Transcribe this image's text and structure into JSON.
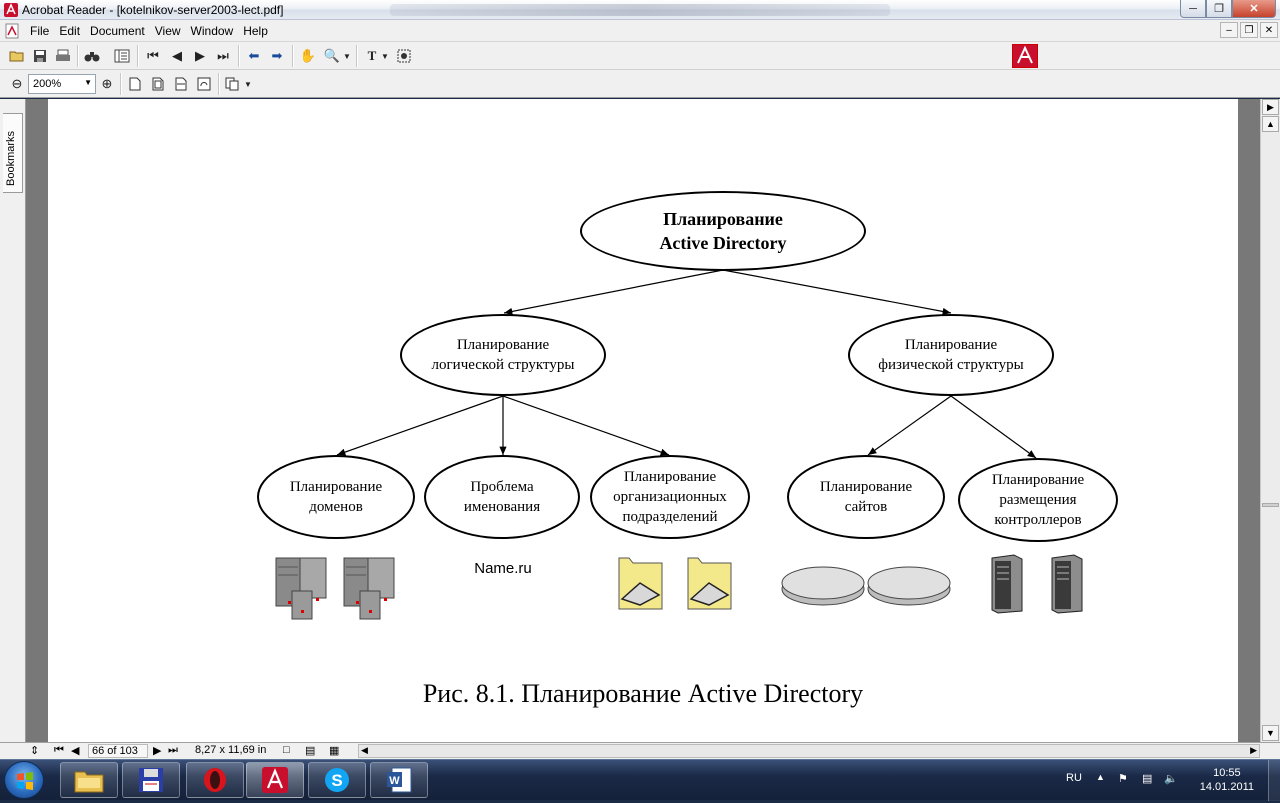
{
  "window": {
    "title": "Acrobat Reader - [kotelnikov-server2003-lect.pdf]",
    "controls": [
      "minimize",
      "maximize",
      "close"
    ]
  },
  "menu": {
    "items": [
      "File",
      "Edit",
      "Document",
      "View",
      "Window",
      "Help"
    ]
  },
  "toolbar": {
    "zoom_value": "200%"
  },
  "sidebar": {
    "bookmarks_label": "Bookmarks"
  },
  "diagram": {
    "root": [
      "Планирование",
      "Active Directory"
    ],
    "logical": [
      "Планирование",
      "логической структуры"
    ],
    "physical": [
      "Планирование",
      "физической структуры"
    ],
    "domains": [
      "Планирование",
      "доменов"
    ],
    "naming": [
      "Проблема",
      "именования"
    ],
    "ou": [
      "Планирование",
      "организационных",
      "подразделений"
    ],
    "sites": [
      "Планирование",
      "сайтов"
    ],
    "dc": [
      "Планирование",
      "размещения",
      "контроллеров"
    ],
    "naming_example": "Name.ru",
    "caption": "Рис. 8.1. Планирование Active Directory"
  },
  "statusbar": {
    "page_indicator": "66 of 103",
    "page_size": "8,27 x 11,69 in"
  },
  "taskbar": {
    "language": "RU",
    "time": "10:55",
    "date": "14.01.2011"
  }
}
